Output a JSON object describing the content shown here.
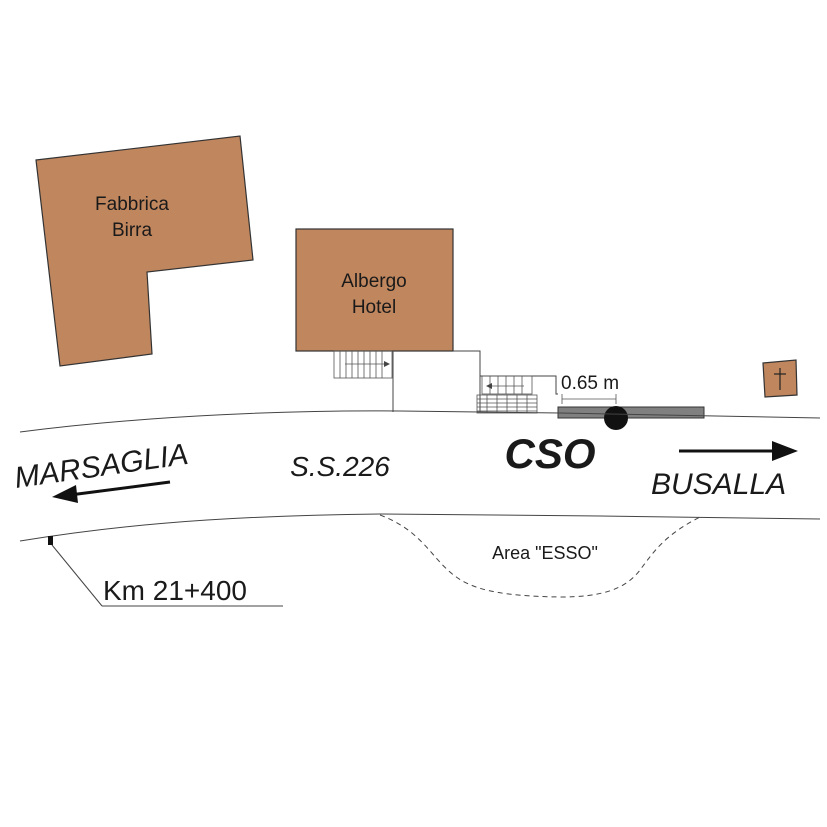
{
  "map": {
    "buildings": {
      "fabbrica_line1": "Fabbrica",
      "fabbrica_line2": "Birra",
      "albergo_line1": "Albergo",
      "albergo_line2": "Hotel"
    },
    "road_name": "S.S.226",
    "direction_left": "MARSAGLIA",
    "direction_right": "BUSALLA",
    "cso_label": "CSO",
    "dimension_label": "0.65 m",
    "area_label": "Area \"ESSO\"",
    "km_marker": "Km 21+400",
    "colors": {
      "building_fill": "#c0865e",
      "platform_fill": "#808080",
      "line_color": "#444444"
    },
    "icons": {
      "church": "cross-icon",
      "cso_point": "filled-circle"
    }
  }
}
